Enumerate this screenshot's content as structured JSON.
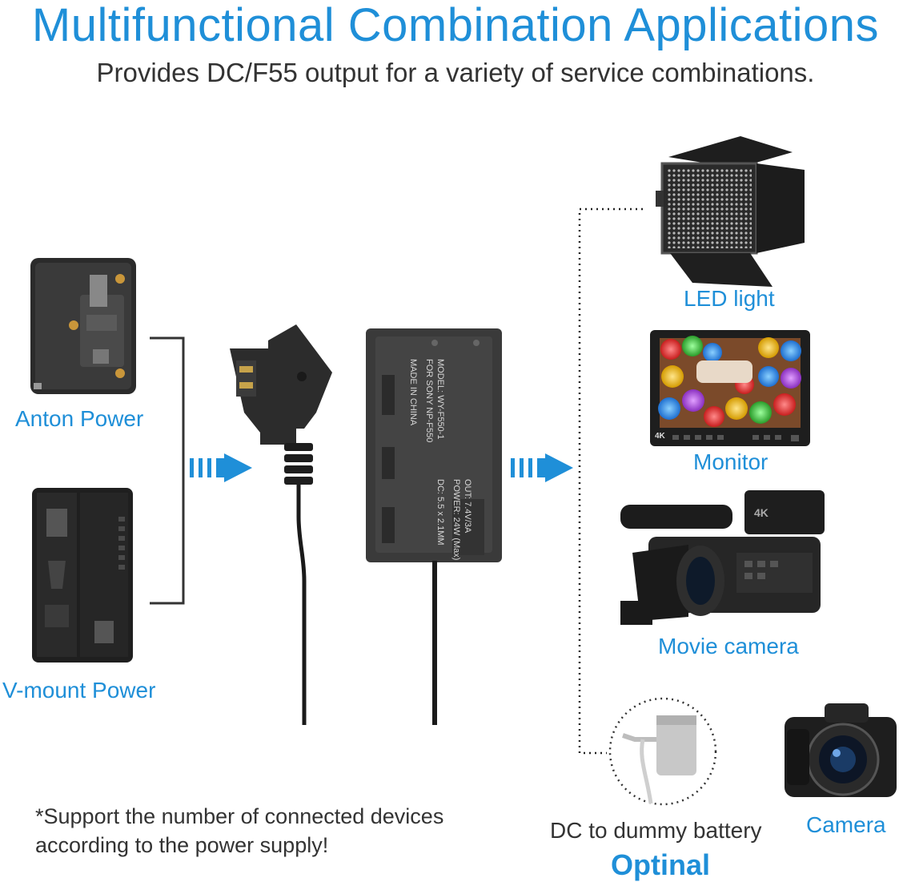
{
  "header": {
    "title": "Multifunctional Combination Applications",
    "subtitle": "Provides DC/F55 output for a variety of service combinations."
  },
  "inputs": [
    {
      "label": "Anton Power"
    },
    {
      "label": "V-mount Power"
    }
  ],
  "adapter": {
    "line1": "MODEL: WY-F550-1",
    "line2": "FOR SONY NP-F550",
    "line3": "MADE IN CHINA",
    "line4": "DC: 5.5 x 2.1MM",
    "line5": "OUT: 7.4V/3A",
    "line6": "POWER: 24W (Max)"
  },
  "outputs": [
    {
      "label": "LED light"
    },
    {
      "label": "Monitor"
    },
    {
      "label": "Movie camera"
    },
    {
      "label": "DC to dummy battery"
    },
    {
      "label": "Camera"
    }
  ],
  "monitor_badge": "4K",
  "camera_badge": "4K",
  "optional_label": "Optinal",
  "note": {
    "line1": "*Support the number of connected devices",
    "line2": "according to the power supply!"
  },
  "colors": {
    "accent": "#1f8fd8",
    "text": "#333333",
    "device_dark": "#2a2a2a"
  }
}
